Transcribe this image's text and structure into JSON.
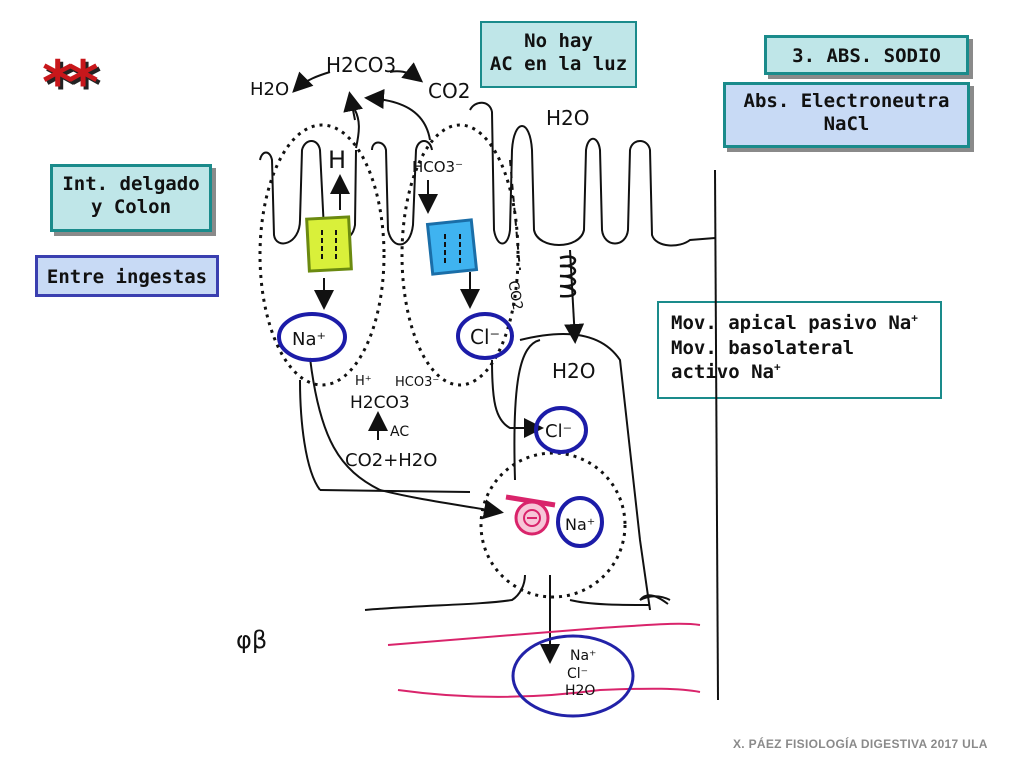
{
  "stars": "**",
  "boxes": {
    "no_hay_line1": "No hay",
    "no_hay_line2": "AC en la luz",
    "abs_sodio": "3. ABS. SODIO",
    "electroneutra_line1": "Abs. Electroneutra",
    "electroneutra_line2": "NaCl",
    "intestino_line1": "Int. delgado",
    "intestino_line2": "y Colon",
    "ingestas": "Entre ingestas",
    "mov_line1": "Mov. apical pasivo Na",
    "mov_line2": "Mov. basolateral",
    "mov_line3": "activo Na",
    "mov_sup": "+"
  },
  "labels": {
    "h2co3_top": "H2CO3",
    "h2o_left": "H2O",
    "co2_top": "CO2",
    "h2o_lumen": "H2O",
    "h_ion": "H",
    "hco3_ion": "HCO3⁻",
    "na_left": "Na⁺",
    "cl_right": "Cl⁻",
    "h_small": "H⁺",
    "hco3_small": "HCO3⁻",
    "h2co3_mid": "H2CO3",
    "ac": "AC",
    "co2_h2o": "CO2+H2O",
    "co2_side": "CO2",
    "h2o_cell": "H2O",
    "cl_cell": "Cl⁻",
    "na_pump": "Na⁺",
    "blood_na": "Na⁺",
    "blood_cl": "Cl⁻",
    "blood_h2o": "H2O",
    "phi": "φβ"
  },
  "footer": "X. PÁEZ   FISIOLOGÍA DIGESTIVA 2017 ULA",
  "colors": {
    "teal_border": "#1a8b8b",
    "light_teal": "#bfe6e8",
    "light_blue": "#c8daf5",
    "yellow_green": "#d9f03a",
    "cyan_blue": "#3fb3f0",
    "navy": "#1c1ca8",
    "magenta": "#d9246b",
    "stars_red": "#c8171b"
  }
}
